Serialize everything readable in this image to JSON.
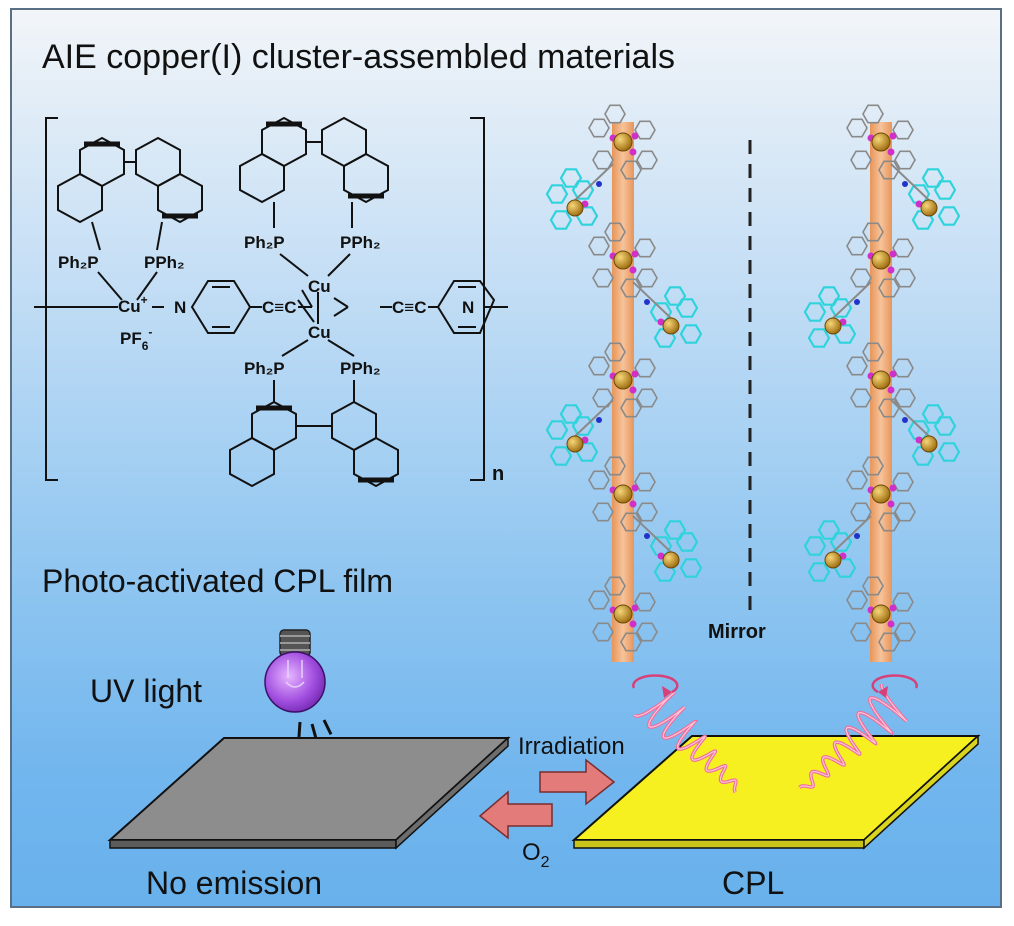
{
  "title": "AIE copper(I) cluster-assembled materials",
  "formula": {
    "ph2p_top_left": "Ph₂P",
    "pph2_top_left": "PPh₂",
    "cu_plus": "Cu",
    "cu_plus_sup": "+",
    "pf6": "PF",
    "pf6_sub": "6",
    "pf6_sup": "-",
    "n_left": "N",
    "triple_left": "C≡C",
    "cu_top": "Cu",
    "cu_bottom": "Cu",
    "triple_right": "C≡C",
    "n_right": "N",
    "ph2p_center_top": "Ph₂P",
    "pph2_center_top": "PPh₂",
    "ph2p_center_bottom": "Ph₂P",
    "pph2_center_bottom": "PPh₂",
    "subscript_n": "n"
  },
  "crystal": {
    "mirror_label": "Mirror"
  },
  "section2_title": "Photo-activated CPL film",
  "uv_label": "UV light",
  "irradiation_label": "Irradiation",
  "o2_label": "O",
  "o2_sub": "2",
  "left_caption": "No emission",
  "right_caption": "CPL",
  "colors": {
    "gray_film": "#8d8d8d",
    "yellow_film": "#f6f021",
    "arrow": "#e37b7b",
    "rod": "#f0a76e",
    "gold_atom": "#c9931c",
    "cyan_ligand": "#2fd3dc",
    "magenta_p": "#d030c8",
    "bulb": "#a24fe0",
    "helix": "#ee6f9e"
  }
}
